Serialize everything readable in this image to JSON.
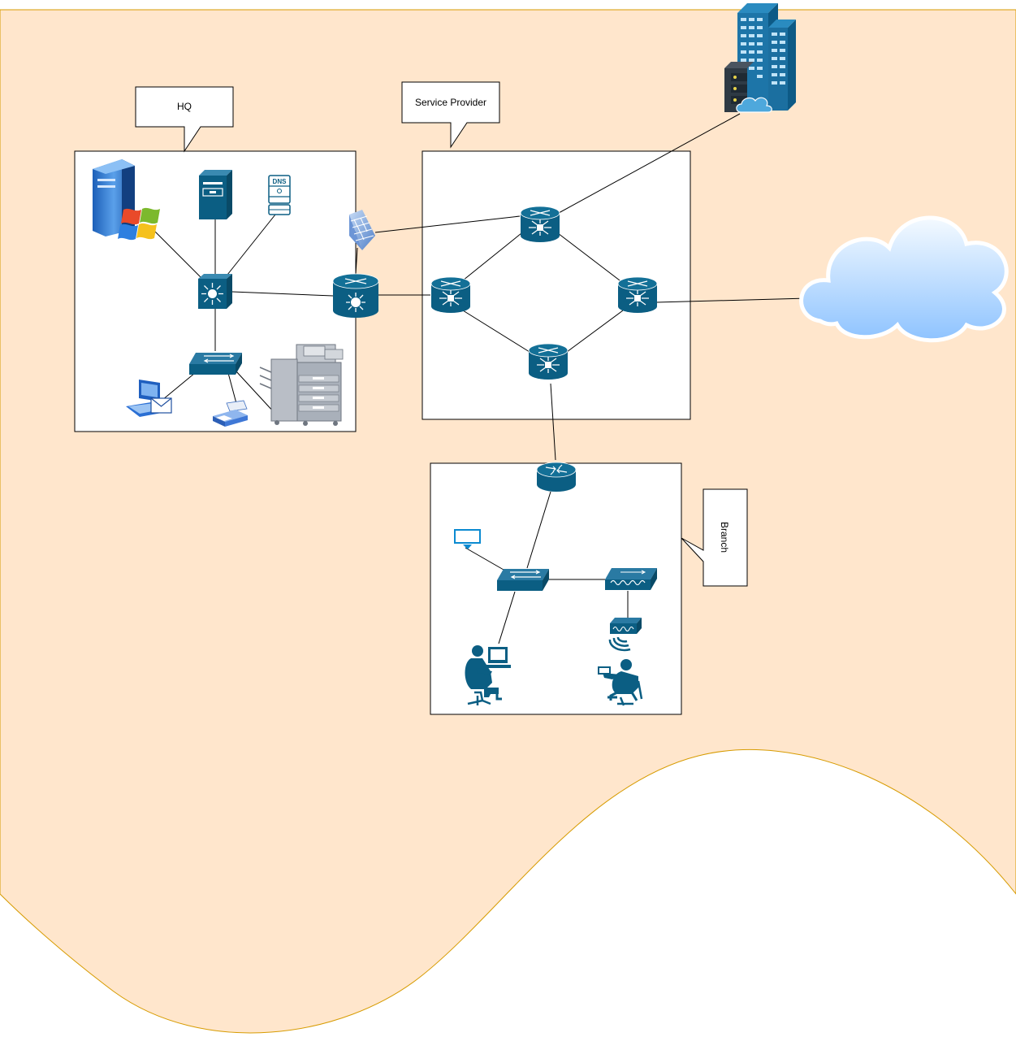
{
  "callouts": {
    "hq": "HQ",
    "service_provider": "Service Provider",
    "branch": "Branch"
  },
  "dns_label": "DNS",
  "icons": {
    "windows_server": "windows-server-icon",
    "file_server": "server-tower-icon",
    "dns_server": "dns-server-icon",
    "firewall": "firewall-icon",
    "hq_l3_switch": "layer3-switch-icon",
    "hq_edge_router": "layer3-router-icon",
    "hq_access_switch": "workgroup-switch-icon",
    "email_pc": "email-computer-icon",
    "printer": "printer-icon",
    "copier": "multifunction-copier-icon",
    "sp_routers": "core-router-icon",
    "datacenter": "office-building-cloud-server-icon",
    "internet_cloud": "cloud-icon",
    "branch_router": "router-icon",
    "branch_switch": "workgroup-switch-icon",
    "branch_monitor": "monitor-icon",
    "wlan_controller": "wireless-controller-icon",
    "access_point": "wireless-access-point-icon",
    "user_desktop": "user-at-desktop-icon",
    "user_laptop": "user-with-laptop-icon"
  },
  "colors": {
    "background_shape": "#ffe6cc",
    "background_stroke": "#d79b00",
    "cisco_blue": "#0b5e83",
    "cloud_light": "#dbeeff",
    "cloud_dark": "#8ec3ff"
  }
}
